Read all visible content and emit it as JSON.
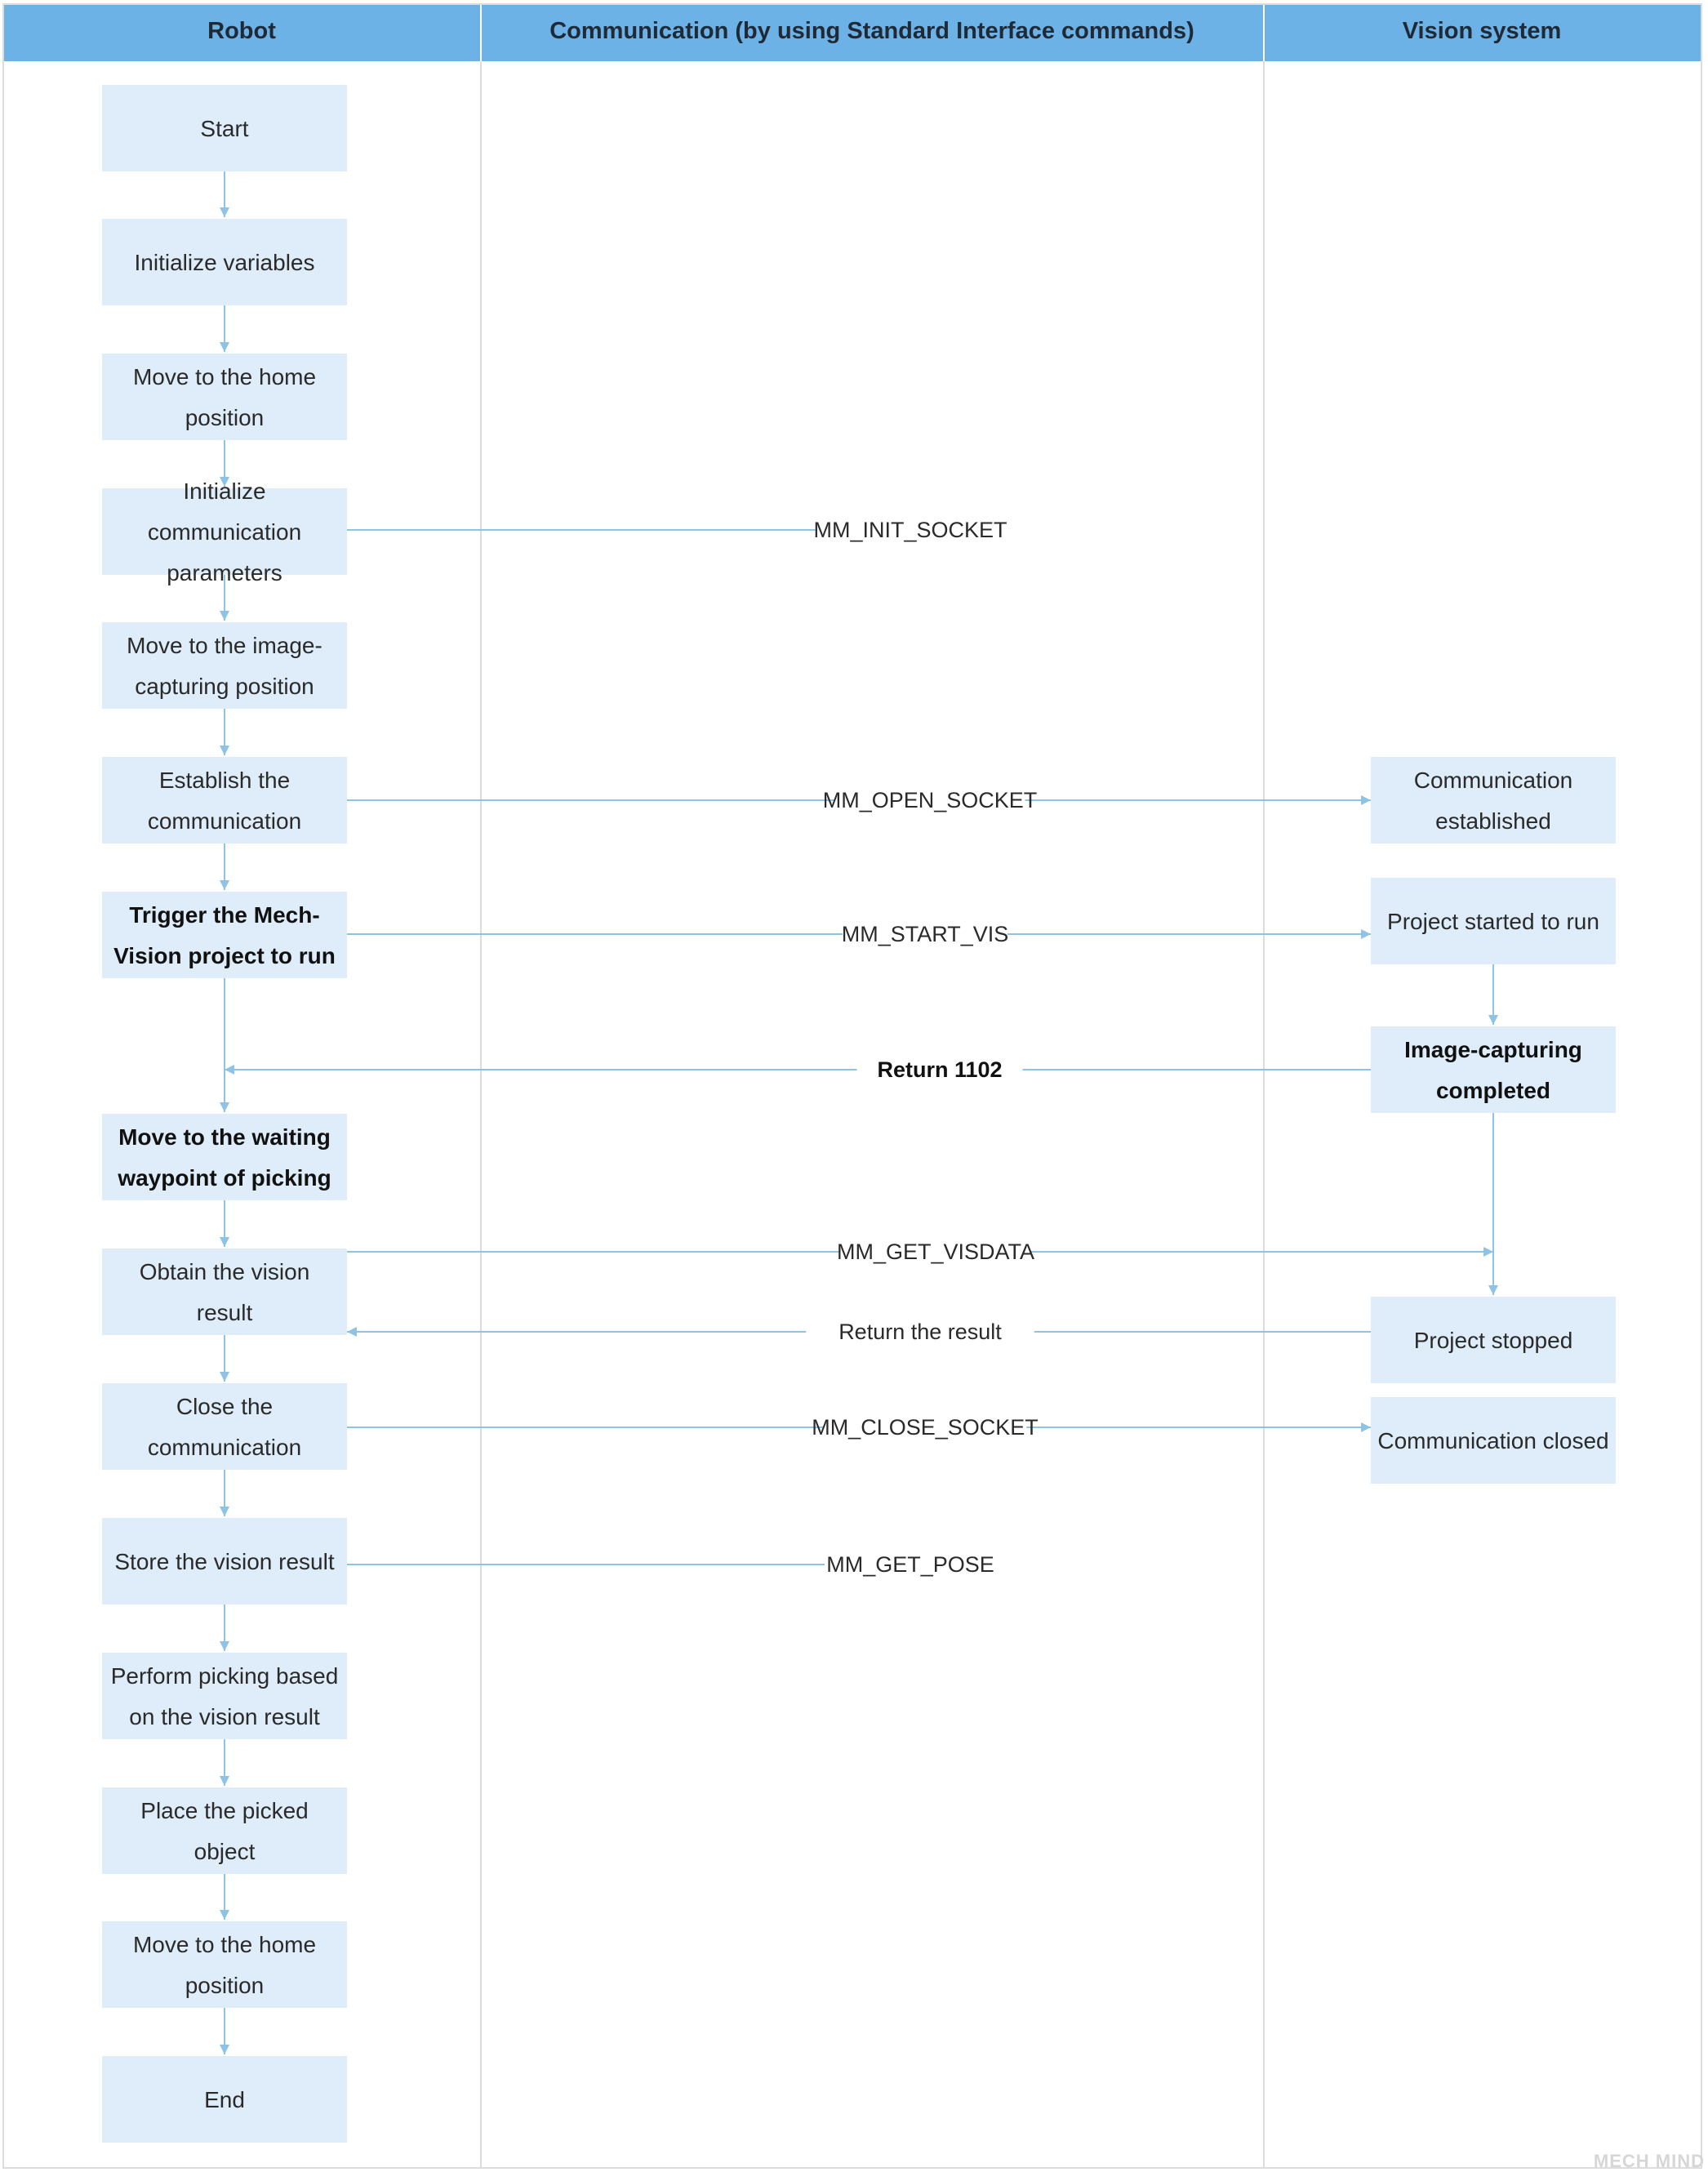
{
  "lanes": [
    {
      "label": "Robot"
    },
    {
      "label": "Communication (by using Standard Interface commands)"
    },
    {
      "label": "Vision system"
    }
  ],
  "robot_steps": [
    {
      "lines": [
        "Start"
      ],
      "bold": false
    },
    {
      "lines": [
        "Initialize variables"
      ],
      "bold": false
    },
    {
      "lines": [
        "Move to the home",
        "position"
      ],
      "bold": false
    },
    {
      "lines": [
        "Initialize",
        "communication",
        "parameters"
      ],
      "bold": false
    },
    {
      "lines": [
        "Move to the image-",
        "capturing position"
      ],
      "bold": false
    },
    {
      "lines": [
        "Establish the",
        "communication"
      ],
      "bold": false
    },
    {
      "lines": [
        "Trigger the Mech-",
        "Vision project to run"
      ],
      "bold": true
    },
    {
      "lines": [
        "Move to the waiting",
        "waypoint of picking"
      ],
      "bold": true
    },
    {
      "lines": [
        "Obtain the vision",
        "result"
      ],
      "bold": false
    },
    {
      "lines": [
        "Close the",
        "communication"
      ],
      "bold": false
    },
    {
      "lines": [
        "Store the vision result"
      ],
      "bold": false
    },
    {
      "lines": [
        "Perform picking based",
        "on the vision result"
      ],
      "bold": false
    },
    {
      "lines": [
        "Place the picked",
        "object"
      ],
      "bold": false
    },
    {
      "lines": [
        "Move to the home",
        "position"
      ],
      "bold": false
    },
    {
      "lines": [
        "End"
      ],
      "bold": false
    }
  ],
  "vision_steps": [
    {
      "lines": [
        "Communication",
        "established"
      ],
      "bold": false
    },
    {
      "lines": [
        "Project started to run"
      ],
      "bold": false
    },
    {
      "lines": [
        "Image-capturing",
        "completed"
      ],
      "bold": true
    },
    {
      "lines": [
        "Project stopped"
      ],
      "bold": false
    },
    {
      "lines": [
        "Communication closed"
      ],
      "bold": false
    }
  ],
  "messages": [
    {
      "label": "MM_INIT_SOCKET",
      "bold": false
    },
    {
      "label": "MM_OPEN_SOCKET",
      "bold": false
    },
    {
      "label": "MM_START_VIS",
      "bold": false
    },
    {
      "label": "Return 1102",
      "bold": true
    },
    {
      "label": "MM_GET_VISDATA",
      "bold": false
    },
    {
      "label": "Return the result",
      "bold": false
    },
    {
      "label": "MM_CLOSE_SOCKET",
      "bold": false
    },
    {
      "label": "MM_GET_POSE",
      "bold": false
    }
  ],
  "watermark": "MECH MIND",
  "colors": {
    "header_bg": "#6cb2e6",
    "box_fill": "#deedf9",
    "connector": "#8fc3e6"
  }
}
